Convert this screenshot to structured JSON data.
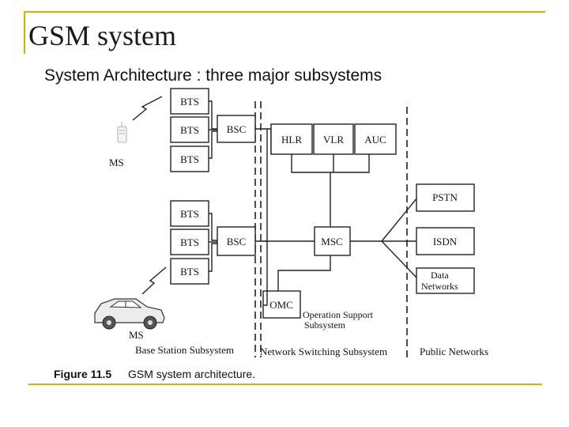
{
  "slide": {
    "title": "GSM system",
    "subtitle": "System Architecture : three major subsystems"
  },
  "diagram": {
    "bts_label": "BTS",
    "bsc_label": "BSC",
    "ms_label": "MS",
    "hlr_label": "HLR",
    "vlr_label": "VLR",
    "auc_label": "AUC",
    "msc_label": "MSC",
    "omc_label": "OMC",
    "pstn_label": "PSTN",
    "isdn_label": "ISDN",
    "data_networks_line1": "Data",
    "data_networks_line2": "Networks",
    "oss_line1": "Operation Support",
    "oss_line2": "Subsystem",
    "bss_label": "Base Station Subsystem",
    "nss_label": "Network Switching Subsystem",
    "public_label": "Public Networks"
  },
  "caption": {
    "figure_number": "Figure 11.5",
    "text": "GSM system architecture."
  },
  "colors": {
    "frame_accent": "#c8b900"
  }
}
